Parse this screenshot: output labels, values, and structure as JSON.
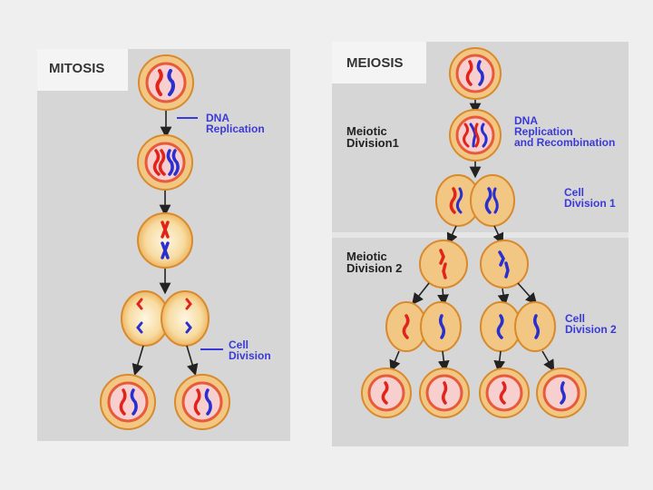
{
  "mitosis": {
    "title": "MITOSIS",
    "labels": {
      "dna_replication": "DNA\nReplication",
      "cell_division": "Cell\nDivision"
    }
  },
  "meiosis": {
    "title": "MEIOSIS",
    "labels": {
      "meiotic_division_1": "Meiotic\nDivision1",
      "meiotic_division_2": "Meiotic\nDivision 2",
      "dna_replication_recombination": "DNA\nReplication\nand Recombination",
      "cell_division_1": "Cell\nDivision 1",
      "cell_division_2": "Cell\nDivision 2"
    }
  },
  "colors": {
    "panel_bg": "#d6d6d6",
    "cell_outer": "#f2c784",
    "cell_outer_stroke": "#d98a2c",
    "nucleus_ring": "#e85b3a",
    "nucleus_fill": "#f7cfcf",
    "chromosome_red": "#e2231a",
    "chromosome_blue": "#2a2fd0",
    "label_blue": "#3a3ad8"
  }
}
